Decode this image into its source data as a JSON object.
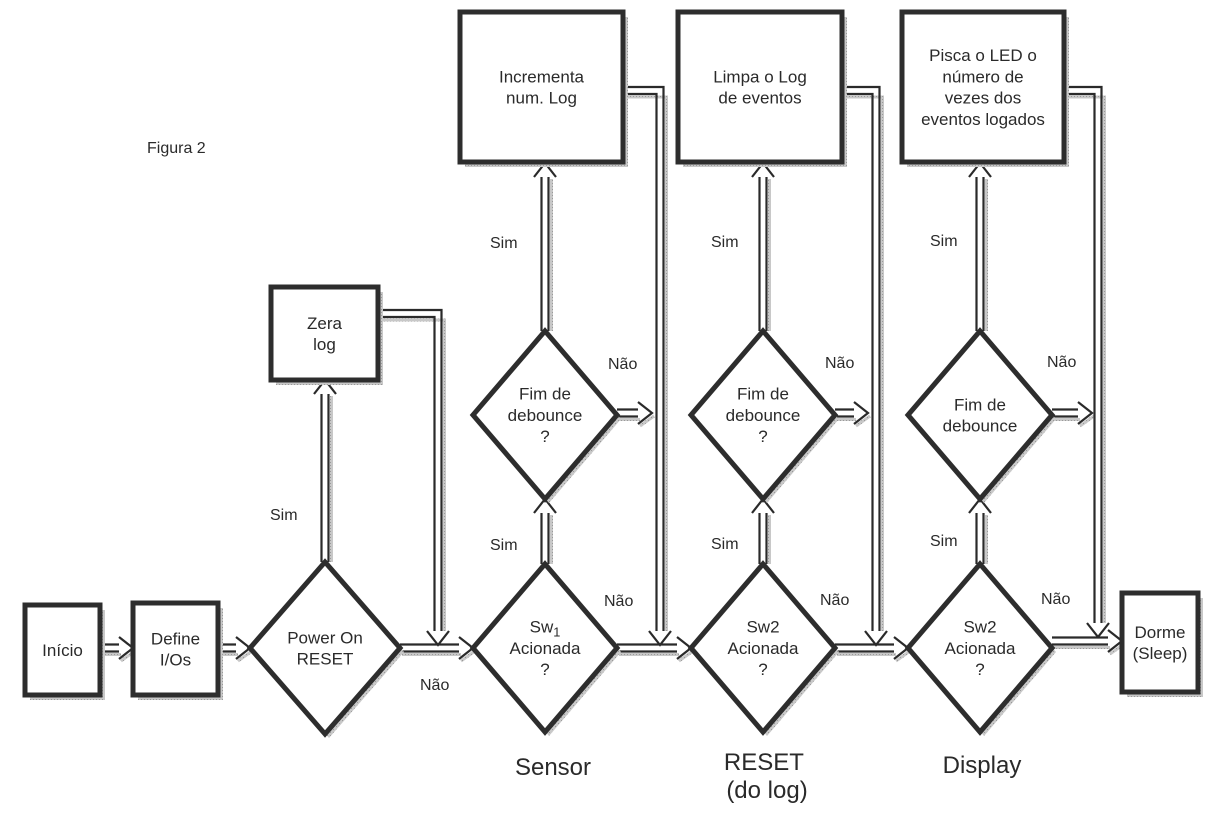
{
  "figure_label": "Figura 2",
  "nodes": {
    "inicio": {
      "type": "terminal",
      "lines": [
        "Início"
      ]
    },
    "define_ios": {
      "type": "process",
      "lines": [
        "Define",
        "I/Os"
      ]
    },
    "power_on_reset": {
      "type": "decision",
      "lines": [
        "Power On",
        "RESET"
      ]
    },
    "zera_log": {
      "type": "process",
      "lines": [
        "Zera",
        "log"
      ]
    },
    "sw1_acionada": {
      "type": "decision",
      "lines": [
        "Sw1",
        "Acionada",
        "?"
      ]
    },
    "fim_debounce_1": {
      "type": "decision",
      "lines": [
        "Fim de",
        "debounce",
        "?"
      ]
    },
    "incrementa_log": {
      "type": "process",
      "lines": [
        "Incrementa",
        "num. Log"
      ]
    },
    "sw2_acionada_reset": {
      "type": "decision",
      "lines": [
        "Sw2",
        "Acionada",
        "?"
      ]
    },
    "fim_debounce_2": {
      "type": "decision",
      "lines": [
        "Fim de",
        "debounce",
        "?"
      ]
    },
    "limpa_log": {
      "type": "process",
      "lines": [
        "Limpa o Log",
        "de eventos"
      ]
    },
    "sw2_acionada_display": {
      "type": "decision",
      "lines": [
        "Sw2",
        "Acionada",
        "?"
      ]
    },
    "fim_debounce_3": {
      "type": "decision",
      "lines": [
        "Fim de",
        "debounce"
      ]
    },
    "pisca_led": {
      "type": "process",
      "lines": [
        "Pisca o LED o",
        "número de",
        "vezes dos",
        "eventos logados"
      ]
    },
    "dorme": {
      "type": "terminal",
      "lines": [
        "Dorme",
        "(Sleep)"
      ]
    }
  },
  "edge_labels": {
    "yes": "Sim",
    "no": "Não"
  },
  "sections": [
    {
      "lines": [
        "Sensor"
      ]
    },
    {
      "lines": [
        "RESET",
        "(do log)"
      ]
    },
    {
      "lines": [
        "Display"
      ]
    }
  ],
  "edges": [
    {
      "from": "inicio",
      "to": "define_ios",
      "label": ""
    },
    {
      "from": "define_ios",
      "to": "power_on_reset",
      "label": ""
    },
    {
      "from": "power_on_reset",
      "to": "zera_log",
      "label": "Sim"
    },
    {
      "from": "power_on_reset",
      "to": "sw1_acionada",
      "label": "Não"
    },
    {
      "from": "zera_log",
      "to": "sw1_acionada",
      "label": ""
    },
    {
      "from": "sw1_acionada",
      "to": "fim_debounce_1",
      "label": "Sim"
    },
    {
      "from": "fim_debounce_1",
      "to": "incrementa_log",
      "label": "Sim"
    },
    {
      "from": "fim_debounce_1",
      "to": "sw2_acionada_reset",
      "label": "Não"
    },
    {
      "from": "incrementa_log",
      "to": "sw2_acionada_reset",
      "label": ""
    },
    {
      "from": "sw1_acionada",
      "to": "sw2_acionada_reset",
      "label": "Não"
    },
    {
      "from": "sw2_acionada_reset",
      "to": "fim_debounce_2",
      "label": "Sim"
    },
    {
      "from": "fim_debounce_2",
      "to": "limpa_log",
      "label": "Sim"
    },
    {
      "from": "fim_debounce_2",
      "to": "sw2_acionada_display",
      "label": "Não"
    },
    {
      "from": "limpa_log",
      "to": "sw2_acionada_display",
      "label": ""
    },
    {
      "from": "sw2_acionada_reset",
      "to": "sw2_acionada_display",
      "label": "Não"
    },
    {
      "from": "sw2_acionada_display",
      "to": "fim_debounce_3",
      "label": "Sim"
    },
    {
      "from": "fim_debounce_3",
      "to": "pisca_led",
      "label": "Sim"
    },
    {
      "from": "fim_debounce_3",
      "to": "dorme",
      "label": "Não"
    },
    {
      "from": "pisca_led",
      "to": "dorme",
      "label": ""
    },
    {
      "from": "sw2_acionada_display",
      "to": "dorme",
      "label": "Não"
    }
  ]
}
